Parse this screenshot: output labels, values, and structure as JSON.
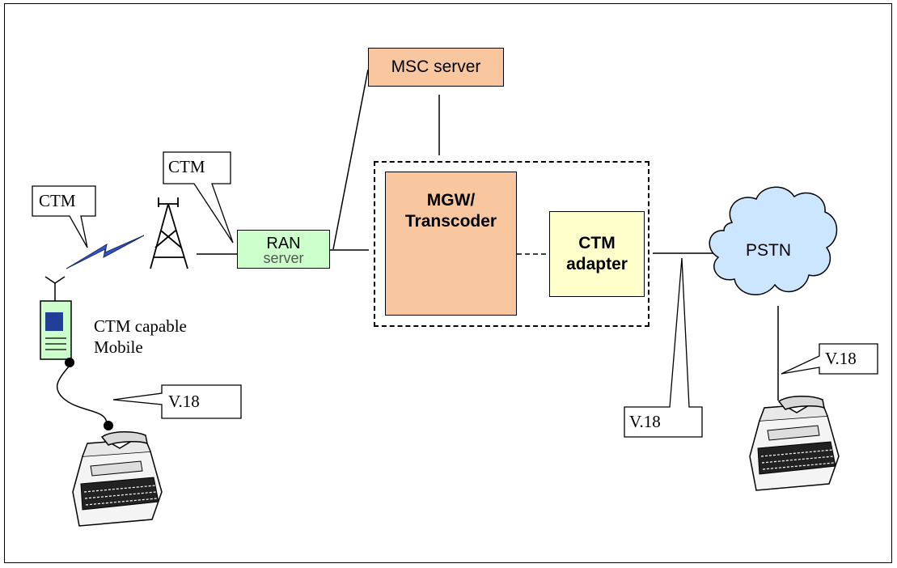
{
  "nodes": {
    "msc_server": "MSC server",
    "mgw_line1": "MGW/",
    "mgw_line2": "Transcoder",
    "ctm_adapter_line1": "CTM",
    "ctm_adapter_line2": "adapter",
    "ran_line1": "RAN",
    "ran_line2": "server",
    "pstn": "PSTN"
  },
  "callouts": {
    "ctm_air": "CTM",
    "ctm_tower": "CTM",
    "v18_mobile": "V.18",
    "v18_network": "V.18",
    "v18_pstn": "V.18"
  },
  "labels": {
    "mobile_line1": "CTM capable",
    "mobile_line2": "Mobile"
  },
  "colors": {
    "msc_fill": "#f9c79f",
    "mgw_fill": "#f9c79f",
    "ctm_adapter_fill": "#ffffcc",
    "ran_fill": "#ccffcc",
    "pstn_fill": "#cce6ff",
    "mobile_fill": "#ccffcc",
    "mobile_screen": "#1f3f99",
    "radio_link": "#3355cc"
  },
  "icons": [
    "antenna-tower-icon",
    "radio-link-icon",
    "mobile-phone-icon",
    "text-telephone-icon",
    "pstn-cloud-icon"
  ]
}
